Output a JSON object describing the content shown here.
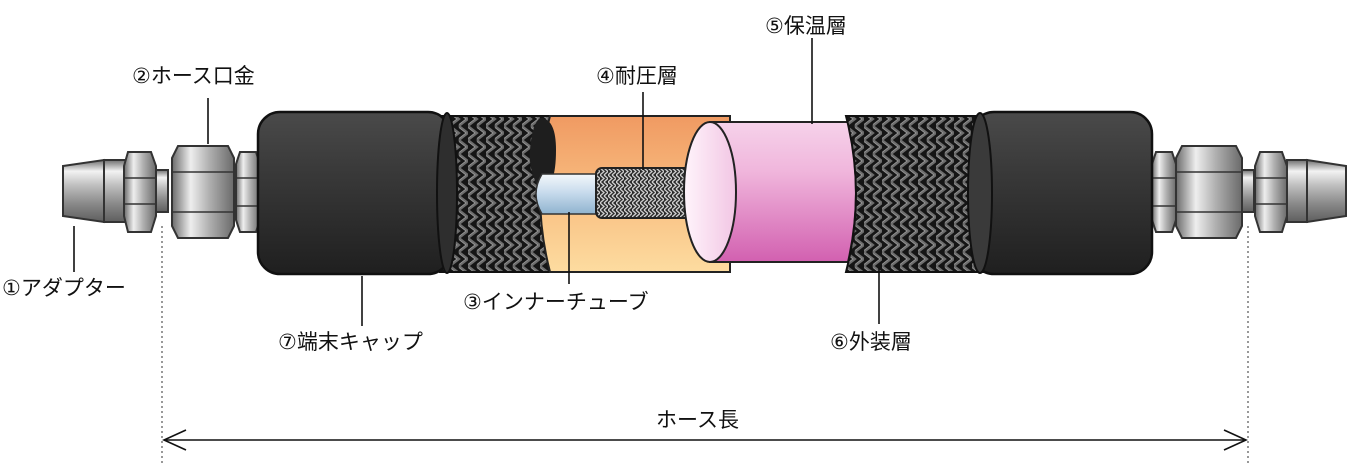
{
  "labels": {
    "adapter": "①アダプター",
    "hose_fitting": "②ホース口金",
    "inner_tube": "③インナーチューブ",
    "pressure_layer": "④耐圧層",
    "insulation_layer": "⑤保温層",
    "outer_layer": "⑥外装層",
    "end_cap": "⑦端末キャップ",
    "hose_length": "ホース長"
  },
  "colors": {
    "cap": "#2b2b2b",
    "braid": "#1c1c1c",
    "orange_top": "#f2a36b",
    "orange_bottom": "#fcd79a",
    "insulation": "#e07ac4",
    "metal": "#a9a9a9",
    "inner_tube": "#bcd7ea"
  }
}
